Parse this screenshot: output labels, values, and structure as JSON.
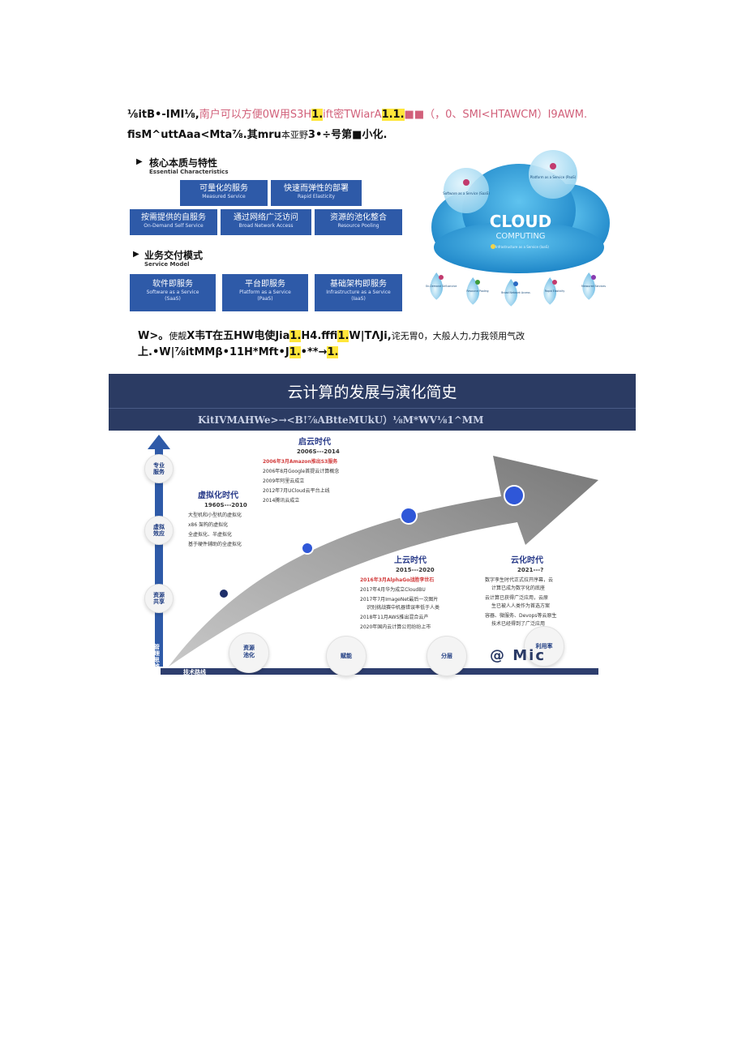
{
  "text": {
    "line1": {
      "a": "⅛itB•-IMI⅛,",
      "b": "南户可以方便0W用S3H",
      "c": "1.",
      "d": "ift密TWiarA",
      "e": "1.1.",
      "f": "■■（，0、SMI<HTAWCM）I9AWM."
    },
    "line2": {
      "a": "fisM^uttAaa<Mta⅞.其mru",
      "b": "本亚野",
      "c": "3•÷号第■小化."
    },
    "line3": {
      "a": "W>。",
      "b": "使靓",
      "c": "X韦T在五HW电使Jia",
      "d": "1.",
      "e": "H4.fffi",
      "f": "1.",
      "g": "W|TΛJi,",
      "h": "诧无胃0，大般人力,力我领用气改"
    },
    "line4": {
      "a": "上.•W|⅞itMMβ•11H*Mft•J",
      "b": "1.",
      "c": "•**→",
      "d": "1."
    }
  },
  "fig1": {
    "section1_title": "核心本质与特性",
    "section1_sub": "Essential Characteristics",
    "boxes_row1": [
      {
        "cn": "可量化的服务",
        "en": "Measured Service"
      },
      {
        "cn": "快速而弹性的部署",
        "en": "Rapid Elasticity"
      }
    ],
    "boxes_row2": [
      {
        "cn": "按需提供的自服务",
        "en": "On-Demand Self Service"
      },
      {
        "cn": "通过网络广泛访问",
        "en": "Broad Network Access"
      },
      {
        "cn": "资源的池化整合",
        "en": "Resource Pooling"
      }
    ],
    "section2_title": "业务交付模式",
    "section2_sub": "Service Model",
    "boxes_row3": [
      {
        "cn": "软件即服务",
        "en": "Software as a Service",
        "abbr": "(SaaS)"
      },
      {
        "cn": "平台即服务",
        "en": "Platform as a Service",
        "abbr": "(PaaS)"
      },
      {
        "cn": "基础架构即服务",
        "en": "Infrastructure as a Service",
        "abbr": "(IaaS)"
      }
    ],
    "cloud": {
      "title": "CLOUD",
      "subtitle": "COMPUTING",
      "saas": "Software as a Service (SaaS)",
      "paas": "Platform as a Service (PaaS)",
      "iaas": "Infrastructure as a Service (IaaS)",
      "drops": [
        "On-Demand Self-service",
        "Resource Pooling",
        "Broad Network Access",
        "Rapid Elasticity",
        "Measured Services"
      ]
    }
  },
  "banner": {
    "title": "云计算的发展与演化简史",
    "subtitle": "KitIVMAHWe>→<B!⅞ABtteMUkU）⅛M*WV⅛1^MM"
  },
  "fig2": {
    "axis_labels": [
      "专业服务",
      "虚拟效应",
      "资源共享",
      "管理思维"
    ],
    "eras": [
      {
        "title": "虚拟化时代",
        "years": "1960S---2010",
        "items": [
          "大型机和小型机的虚拟化",
          "x86 架构的虚拟化",
          "全虚拟化、半虚拟化",
          "基于硬件辅助的全虚拟化"
        ]
      },
      {
        "title": "启云时代",
        "years": "2006S---2014",
        "items": [
          "2006年3月Amazon推出S3服务",
          "2006年8月Google首提云计算概念",
          "2009年阿里云成立",
          "2012年7月UCloud云平台上线",
          "2014腾讯云成立"
        ]
      },
      {
        "title": "上云时代",
        "years": "2015---2020",
        "items": [
          "2016年3月AlphaGo战胜李世石",
          "2017年4月华为成立CloudBU",
          "2017年7月ImageNet最后一次图片",
          "识别挑战赛中机器错误率低于人类",
          "2018年11月AWS推出混合云产",
          "2020年国内云计算公司纷纷上市"
        ]
      },
      {
        "title": "云化时代",
        "years": "2021---?",
        "items": [
          "数字孪生时代正式拉开序幕，云",
          "计算已成为数字化的底座",
          "云计算已获得广泛应用，云原",
          "生已被人人类作为首选方案",
          "容器、微服务、Devops等云原生",
          "技术已经得到了广泛应用"
        ]
      }
    ],
    "bottom_label": "技术路线",
    "bottom_circles": [
      "资源池化",
      "赋能",
      "分层",
      "利用率"
    ],
    "watermark": "@ Mic"
  }
}
